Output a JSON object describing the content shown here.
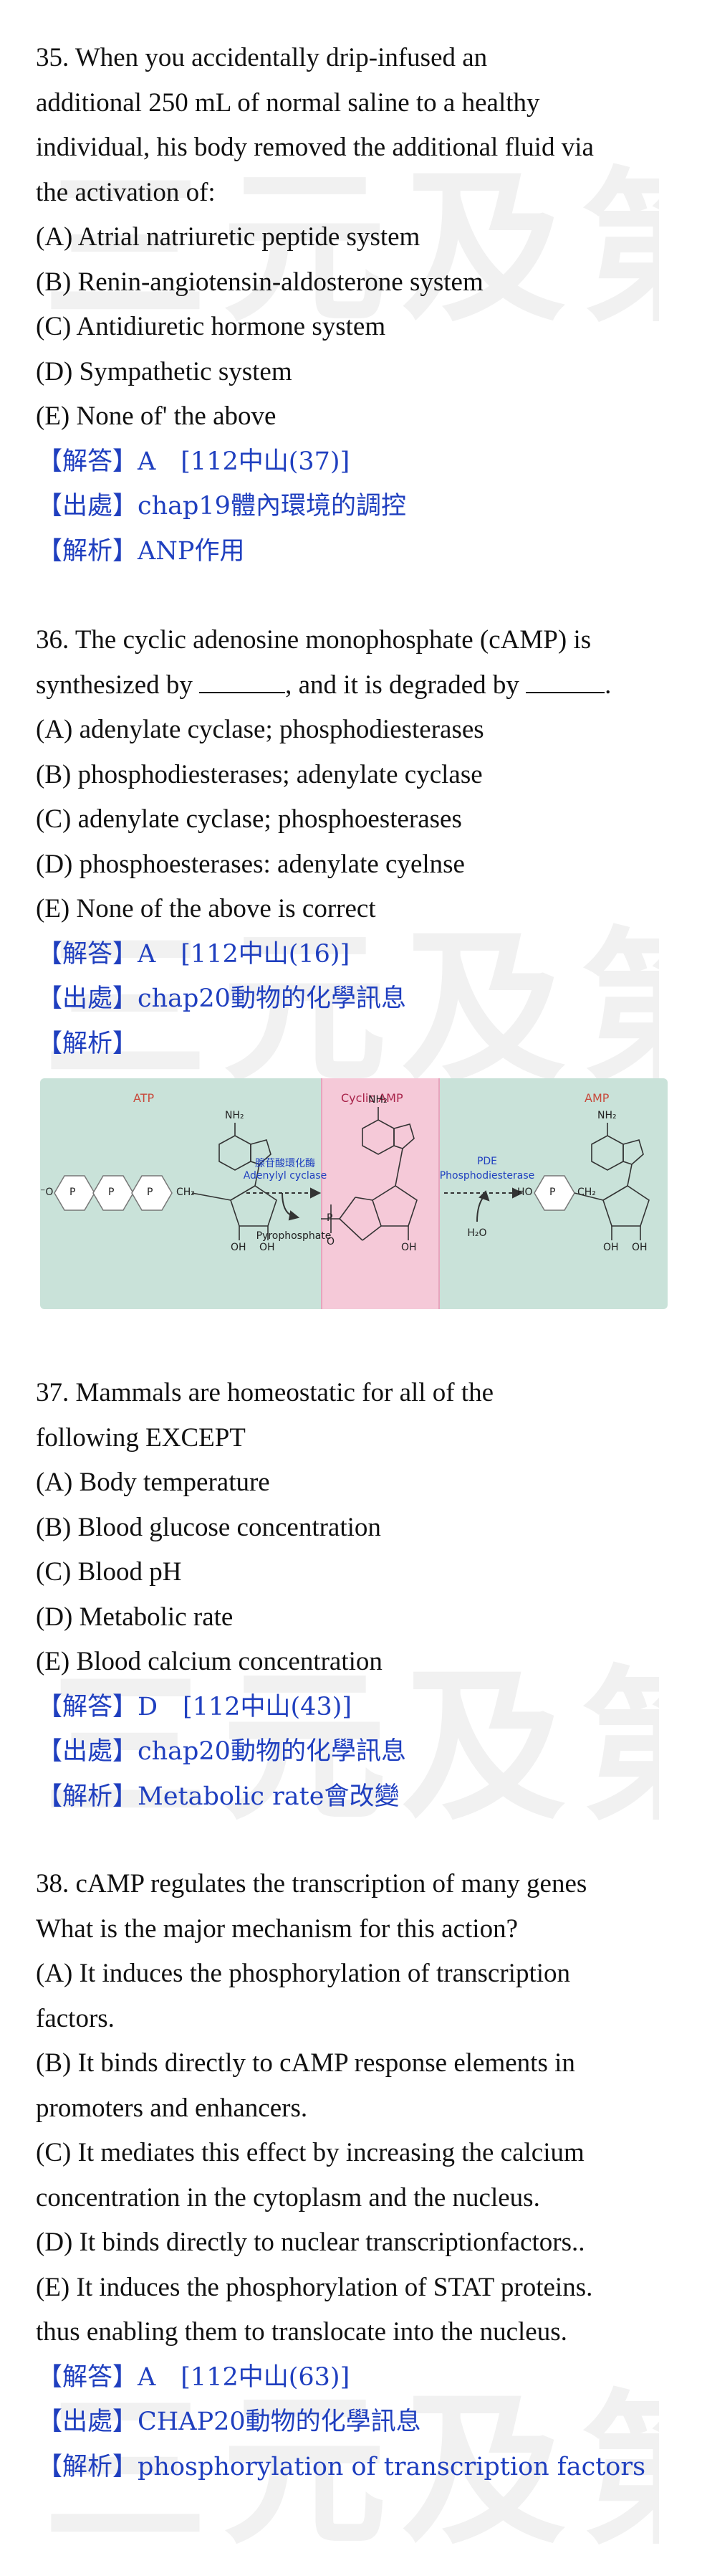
{
  "watermark": {
    "text": "三元及第"
  },
  "questions": [
    {
      "lines": [
        "35. When you accidentally drip-infused an",
        "additional 250 mL of normal saline to a healthy",
        "individual, his body removed the additional fluid via",
        "the activation of:"
      ],
      "options": [
        "(A) Atrial natriuretic peptide system",
        "(B) Renin-angiotensin-aldosterone system",
        "(C) Antidiuretic hormone system",
        "(D) Sympathetic system",
        "(E) None of' the above"
      ],
      "answer": "【解答】A　[112中山(37)]",
      "source": "【出處】chap19體內環境的調控",
      "analysis": "【解析】ANP作用"
    },
    {
      "stem1": "36. The cyclic adenosine monophosphate (cAMP) is",
      "stem2a": "synthesized by ",
      "stem2b": ", and it is degraded by ",
      "stem2c": ".",
      "options": [
        "(A) adenylate cyclase; phosphodiesterases",
        "(B) phosphodiesterases; adenylate cyclase",
        "(C) adenylate cyclase; phosphoesterases",
        "(D) phosphoesterases: adenylate cyelnse",
        "(E) None of the above is correct"
      ],
      "answer": "【解答】A　[112中山(16)]",
      "source": "【出處】chap20動物的化學訊息",
      "analysis": "【解析】"
    },
    {
      "lines": [
        "37. Mammals are homeostatic for all of the",
        "following EXCEPT"
      ],
      "options": [
        "(A) Body temperature",
        "(B) Blood glucose concentration",
        "(C) Blood pH",
        "(D) Metabolic rate",
        "(E) Blood calcium concentration"
      ],
      "answer": "【解答】D　[112中山(43)]",
      "source": "【出處】chap20動物的化學訊息",
      "analysis": "【解析】Metabolic rate會改變"
    },
    {
      "lines": [
        "38. cAMP regulates the transcription of many genes",
        "What is the major mechanism for this action?",
        "(A) It induces the phosphorylation of transcription",
        "factors.",
        "(B) It binds directly to cAMP response elements in",
        "promoters and enhancers.",
        "(C) It mediates this effect by increasing the calcium",
        "concentration in the cytoplasm and the nucleus.",
        "(D) It binds directly to nuclear transcriptionfactors..",
        "(E) It induces the phosphorylation of STAT proteins.",
        "thus enabling them to translocate into the nucleus."
      ],
      "answer": "【解答】A　[112中山(63)]",
      "source": "【出處】CHAP20動物的化學訊息",
      "analysis": "【解析】phosphorylation of transcription factors"
    }
  ],
  "figure": {
    "atp_label": "ATP",
    "camp_label": "Cyclic AMP",
    "amp_label": "AMP",
    "enzyme1_zh": "腺苷酸環化酶",
    "enzyme1_en": "Adenylyl cyclase",
    "byproduct": "Pyrophosphate",
    "enzyme2_abbr": "PDE",
    "enzyme2_en": "Phosphodiesterase",
    "water": "H₂O",
    "atom_n": "N",
    "atom_o": "O",
    "atom_p": "P",
    "atom_ch2": "CH₂",
    "atom_oh": "OH",
    "atom_nh2": "NH₂",
    "atom_ho": "HO",
    "atom_o_minus": "⁻O",
    "colors": {
      "background": "#c9e2d9",
      "camp_box": "#f5c9d8",
      "labels": "#c84a3c",
      "enzyme_text": "#1f3fbf"
    }
  },
  "colors": {
    "text": "#111111",
    "answer_blue": "#1f3fbf",
    "watermark": "#f1f1f1"
  }
}
